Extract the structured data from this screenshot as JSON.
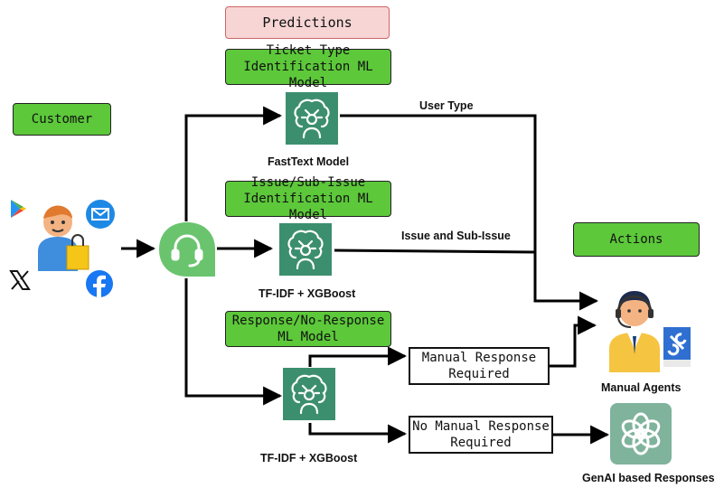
{
  "boxes": {
    "predictions": "Predictions",
    "ticket_type": [
      "Ticket Type",
      "Identification ML Model"
    ],
    "customer": "Customer",
    "issue": [
      "Issue/Sub-Issue",
      "Identification ML Model"
    ],
    "response": [
      "Response/No-Response",
      "ML Model"
    ],
    "actions": "Actions",
    "manual_required": [
      "Manual Response",
      "Required"
    ],
    "no_manual_required": [
      "No Manual Response",
      "Required"
    ]
  },
  "captions": {
    "fasttext": "FastText Model",
    "tfidf_1": "TF-IDF + XGBoost",
    "tfidf_2": "TF-IDF + XGBoost",
    "manual_agents": "Manual Agents",
    "genai": "GenAI based Responses"
  },
  "edge_labels": {
    "user_type": "User Type",
    "issue_sub_issue": "Issue and Sub-Issue"
  },
  "icons": {
    "ml_model": "ml-model-brain-icon",
    "helpdesk": "helpdesk-headset-icon",
    "customer": "customer-shopping-icon",
    "play_store": "google-play-icon",
    "email": "email-icon",
    "x": "x-twitter-icon",
    "facebook": "facebook-icon",
    "agent": "support-agent-icon",
    "openai": "openai-logo-icon"
  },
  "colors": {
    "green_box": "#5cc83a",
    "pink_box": "#f7d5d5",
    "ml_icon": "#3c8f6e",
    "helpdesk": "#6ac46e"
  }
}
